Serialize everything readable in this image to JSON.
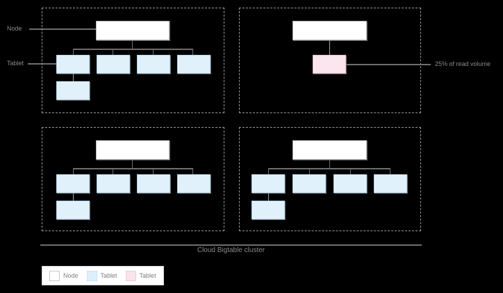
{
  "diagram": {
    "caption": "Cloud Bigtable cluster",
    "side_labels": {
      "node": "Node",
      "tablet": "Tablet"
    },
    "callout": {
      "text": "25% of read volume"
    },
    "colors": {
      "node_fill": "#ffffff",
      "tablet_fill": "#e1f1fb",
      "hot_tablet_fill": "#fae5ee",
      "panel_border": "#9a9a9a",
      "connector": "#6e6e6e",
      "text": "#8a8a8a",
      "background": "#000000"
    },
    "panels": [
      {
        "id": "panel-top-left",
        "node": {
          "label": ""
        },
        "tablets": [
          {
            "label": "",
            "kind": "tablet"
          },
          {
            "label": "",
            "kind": "tablet"
          },
          {
            "label": "",
            "kind": "tablet"
          },
          {
            "label": "",
            "kind": "tablet"
          }
        ],
        "child_tablets": [
          {
            "label": "",
            "kind": "tablet"
          }
        ]
      },
      {
        "id": "panel-top-right",
        "node": {
          "label": ""
        },
        "tablets": [
          {
            "label": "",
            "kind": "hot"
          }
        ],
        "child_tablets": []
      },
      {
        "id": "panel-bottom-left",
        "node": {
          "label": ""
        },
        "tablets": [
          {
            "label": "",
            "kind": "tablet"
          },
          {
            "label": "",
            "kind": "tablet"
          },
          {
            "label": "",
            "kind": "tablet"
          },
          {
            "label": "",
            "kind": "tablet"
          }
        ],
        "child_tablets": [
          {
            "label": "",
            "kind": "tablet"
          }
        ]
      },
      {
        "id": "panel-bottom-right",
        "node": {
          "label": ""
        },
        "tablets": [
          {
            "label": "",
            "kind": "tablet"
          },
          {
            "label": "",
            "kind": "tablet"
          },
          {
            "label": "",
            "kind": "tablet"
          },
          {
            "label": "",
            "kind": "tablet"
          }
        ],
        "child_tablets": [
          {
            "label": "",
            "kind": "tablet"
          }
        ]
      }
    ],
    "legend": {
      "items": [
        {
          "label": "Node",
          "kind": "node"
        },
        {
          "label": "Tablet",
          "kind": "tablet"
        },
        {
          "label": "Tablet",
          "kind": "hot"
        }
      ]
    }
  }
}
